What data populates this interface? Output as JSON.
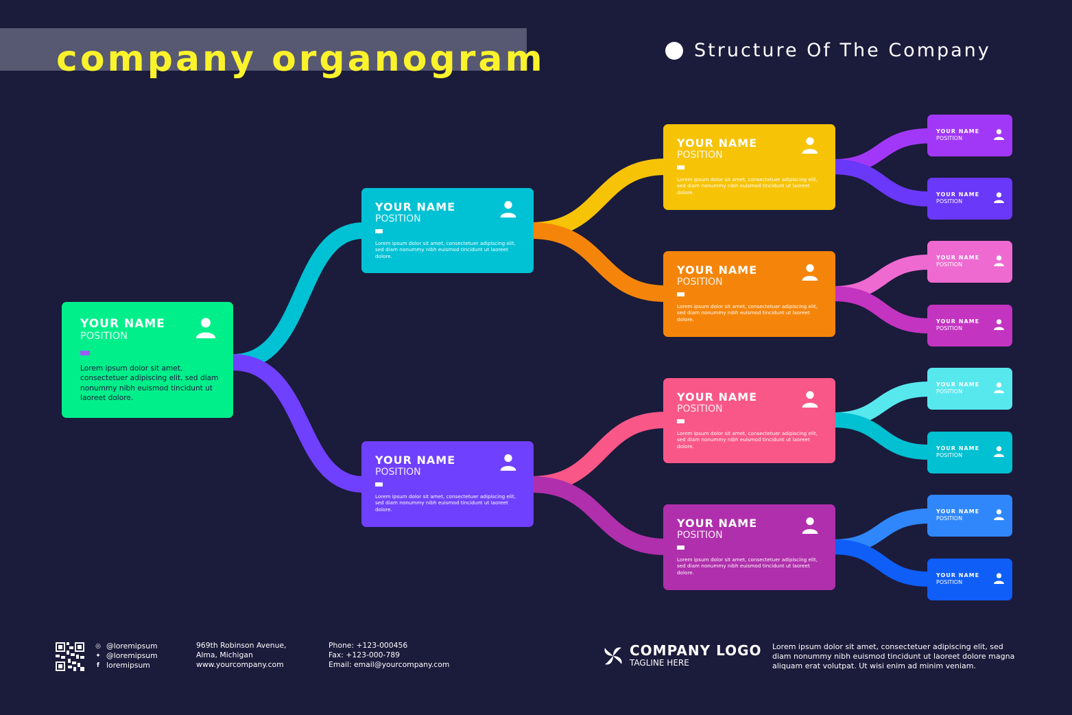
{
  "title": "company organogram",
  "subtitle": "Structure Of The Company",
  "cards": {
    "root": {
      "name": "YOUR NAME",
      "position": "POSITION",
      "description": "Lorem ipsum dolor sit amet, consectetuer adipiscing elit, sed diam nonummy nibh euismod tincidunt ut laoreet dolore.",
      "color": "#00ef8b"
    },
    "level1": [
      {
        "name": "YOUR NAME",
        "position": "POSITION",
        "description": "Lorem ipsum dolor sit amet, consectetuer adipiscing elit, sed diam nonummy nibh euismod tincidunt ut laoreet dolore.",
        "color": "#00c2d4"
      },
      {
        "name": "YOUR NAME",
        "position": "POSITION",
        "description": "Lorem ipsum dolor sit amet, consectetuer adipiscing elit, sed diam nonummy nibh euismod tincidunt ut laoreet dolore.",
        "color": "#7040ff"
      }
    ],
    "level2": [
      {
        "name": "YOUR NAME",
        "position": "POSITION",
        "description": "Lorem ipsum dolor sit amet, consectetuer adipiscing elit, sed diam nonummy nibh euismod tincidunt ut laoreet dolore.",
        "color": "#f6c307"
      },
      {
        "name": "YOUR NAME",
        "position": "POSITION",
        "description": "Lorem ipsum dolor sit amet, consectetuer adipiscing elit, sed diam nonummy nibh euismod tincidunt ut laoreet dolore.",
        "color": "#f5850a"
      },
      {
        "name": "YOUR NAME",
        "position": "POSITION",
        "description": "Lorem ipsum dolor sit amet, consectetuer adipiscing elit, sed diam nonummy nibh euismod tincidunt ut laoreet dolore.",
        "color": "#f95787"
      },
      {
        "name": "YOUR NAME",
        "position": "POSITION",
        "description": "Lorem ipsum dolor sit amet, consectetuer adipiscing elit, sed diam nonummy nibh euismod tincidunt ut laoreet dolore.",
        "color": "#b02fac"
      }
    ],
    "level3": [
      {
        "name": "YOUR NAME",
        "position": "POSITION",
        "color": "#a238f7"
      },
      {
        "name": "YOUR NAME",
        "position": "POSITION",
        "color": "#6a38f8"
      },
      {
        "name": "YOUR NAME",
        "position": "POSITION",
        "color": "#ee6ad0"
      },
      {
        "name": "YOUR NAME",
        "position": "POSITION",
        "color": "#c334c1"
      },
      {
        "name": "YOUR NAME",
        "position": "POSITION",
        "color": "#57e8ee"
      },
      {
        "name": "YOUR NAME",
        "position": "POSITION",
        "color": "#00c0d2"
      },
      {
        "name": "YOUR NAME",
        "position": "POSITION",
        "color": "#3087fb"
      },
      {
        "name": "YOUR NAME",
        "position": "POSITION",
        "color": "#0f5ef8"
      }
    ]
  },
  "footer": {
    "social": [
      {
        "icon": "instagram-icon",
        "text": "@loremipsum"
      },
      {
        "icon": "twitter-icon",
        "text": "@loremipsum"
      },
      {
        "icon": "facebook-icon",
        "text": "loremipsum"
      }
    ],
    "address": [
      "969th  Robinson Avenue,",
      "Alma, Michigan",
      "www.yourcompany.com"
    ],
    "contact": [
      "Phone: +123-000456",
      "Fax: +123-000-789",
      "Email: email@yourcompany.com"
    ],
    "logo_name": "COMPANY LOGO",
    "logo_tagline": "TAGLINE HERE",
    "description": "Lorem ipsum dolor sit amet, consectetuer adipiscing elit, sed diam nonummy nibh euismod tincidunt ut laoreet dolore magna aliquam erat volutpat. Ut wisi enim ad minim veniam."
  },
  "colors": {
    "background": "#1b1b3b",
    "title": "#faf32c",
    "title_bar": "#575872"
  }
}
